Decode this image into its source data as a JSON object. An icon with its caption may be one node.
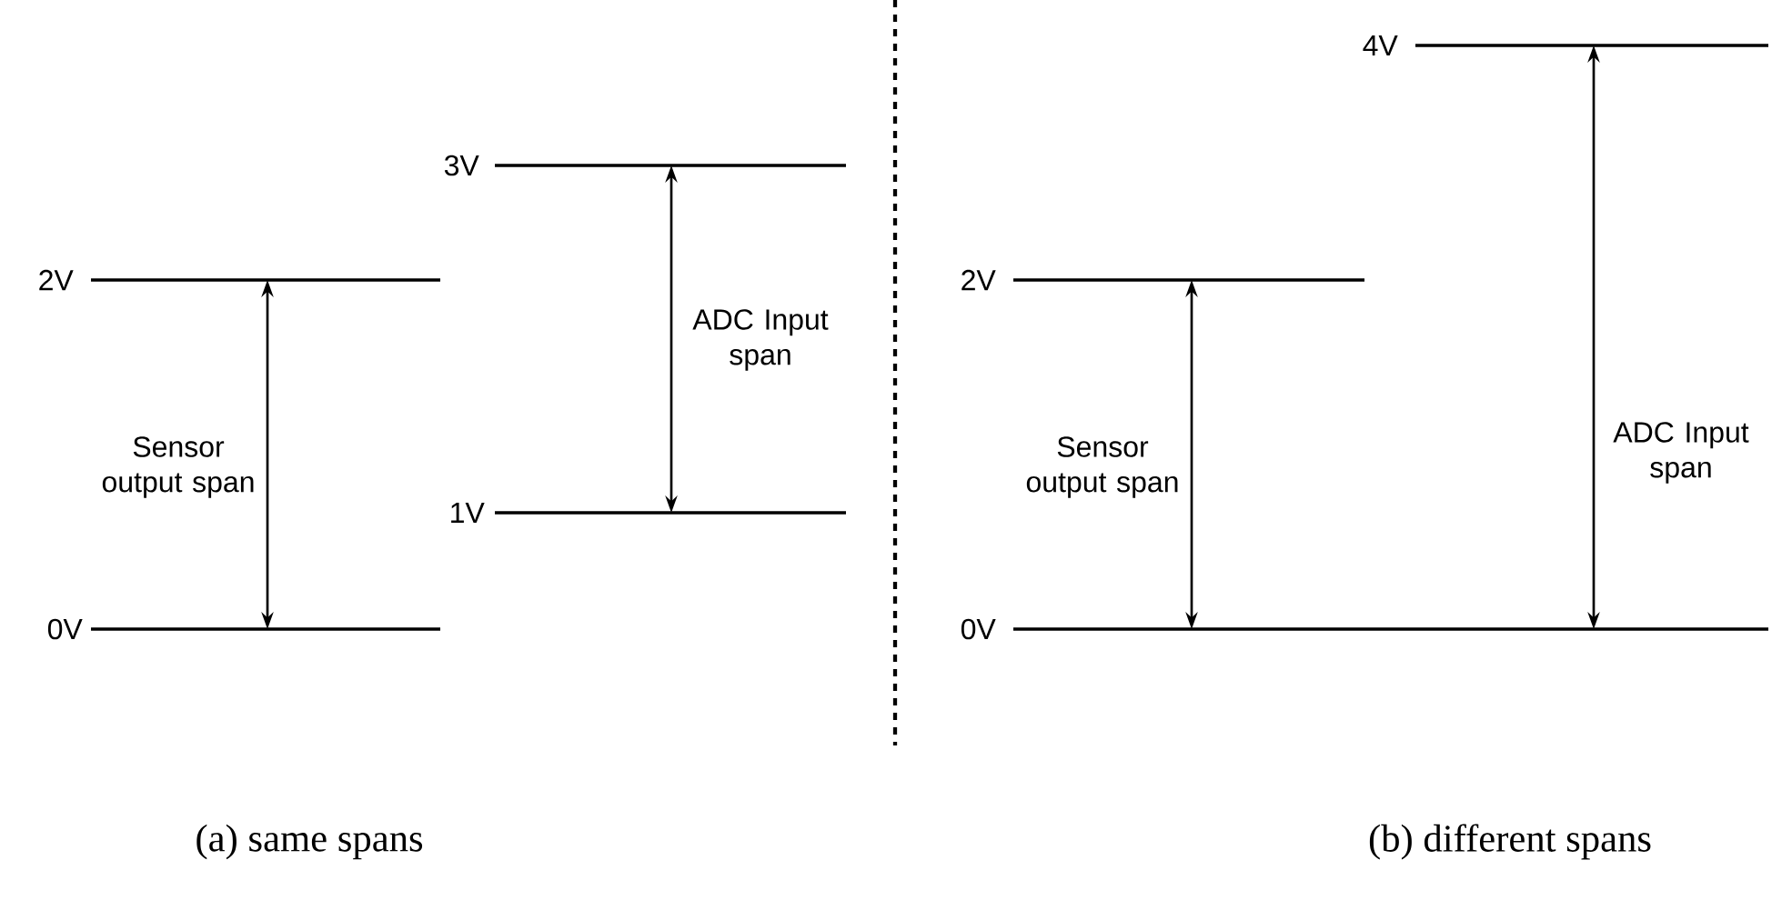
{
  "diagram": {
    "labels": [
      "3V",
      "2V",
      "ADC Input span",
      "Sensor output span",
      "1V",
      "0V",
      "4V",
      "2V",
      "Sensor output span",
      "ADC Input span",
      "0V",
      "(a) same spans",
      "(b) different spans"
    ]
  }
}
